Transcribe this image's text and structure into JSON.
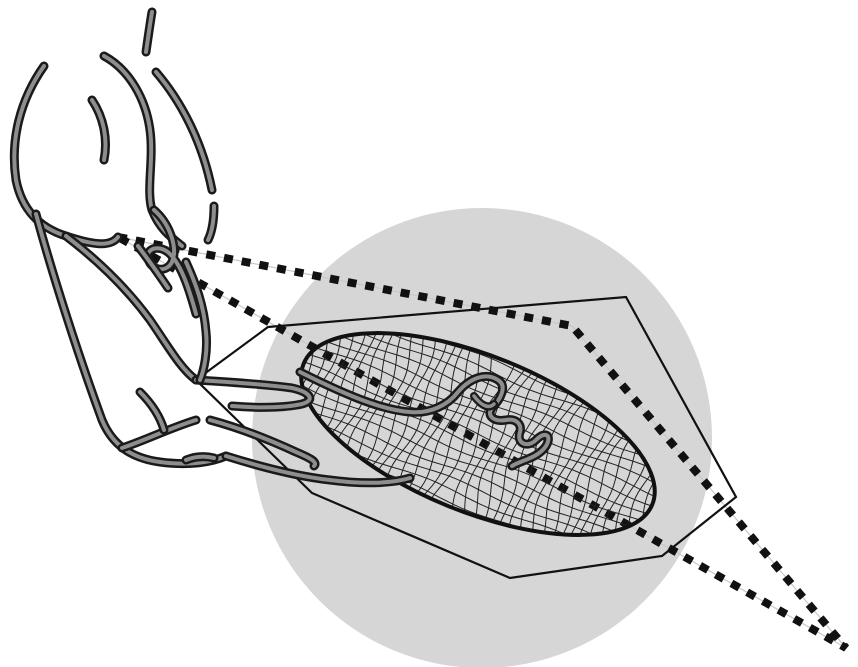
{
  "figure": {
    "colors": {
      "background": "#ffffff",
      "circle_fill": "#d6d6d6",
      "ink": "#1a1a1a",
      "limb_fill": "#8e8e8e"
    },
    "elements": [
      "hand-and-arm-line-drawing",
      "grasp-sphere",
      "dashed-triangle-workspace",
      "convex-hull-polygon",
      "wireframe-ellipsoid",
      "object-outline"
    ]
  }
}
